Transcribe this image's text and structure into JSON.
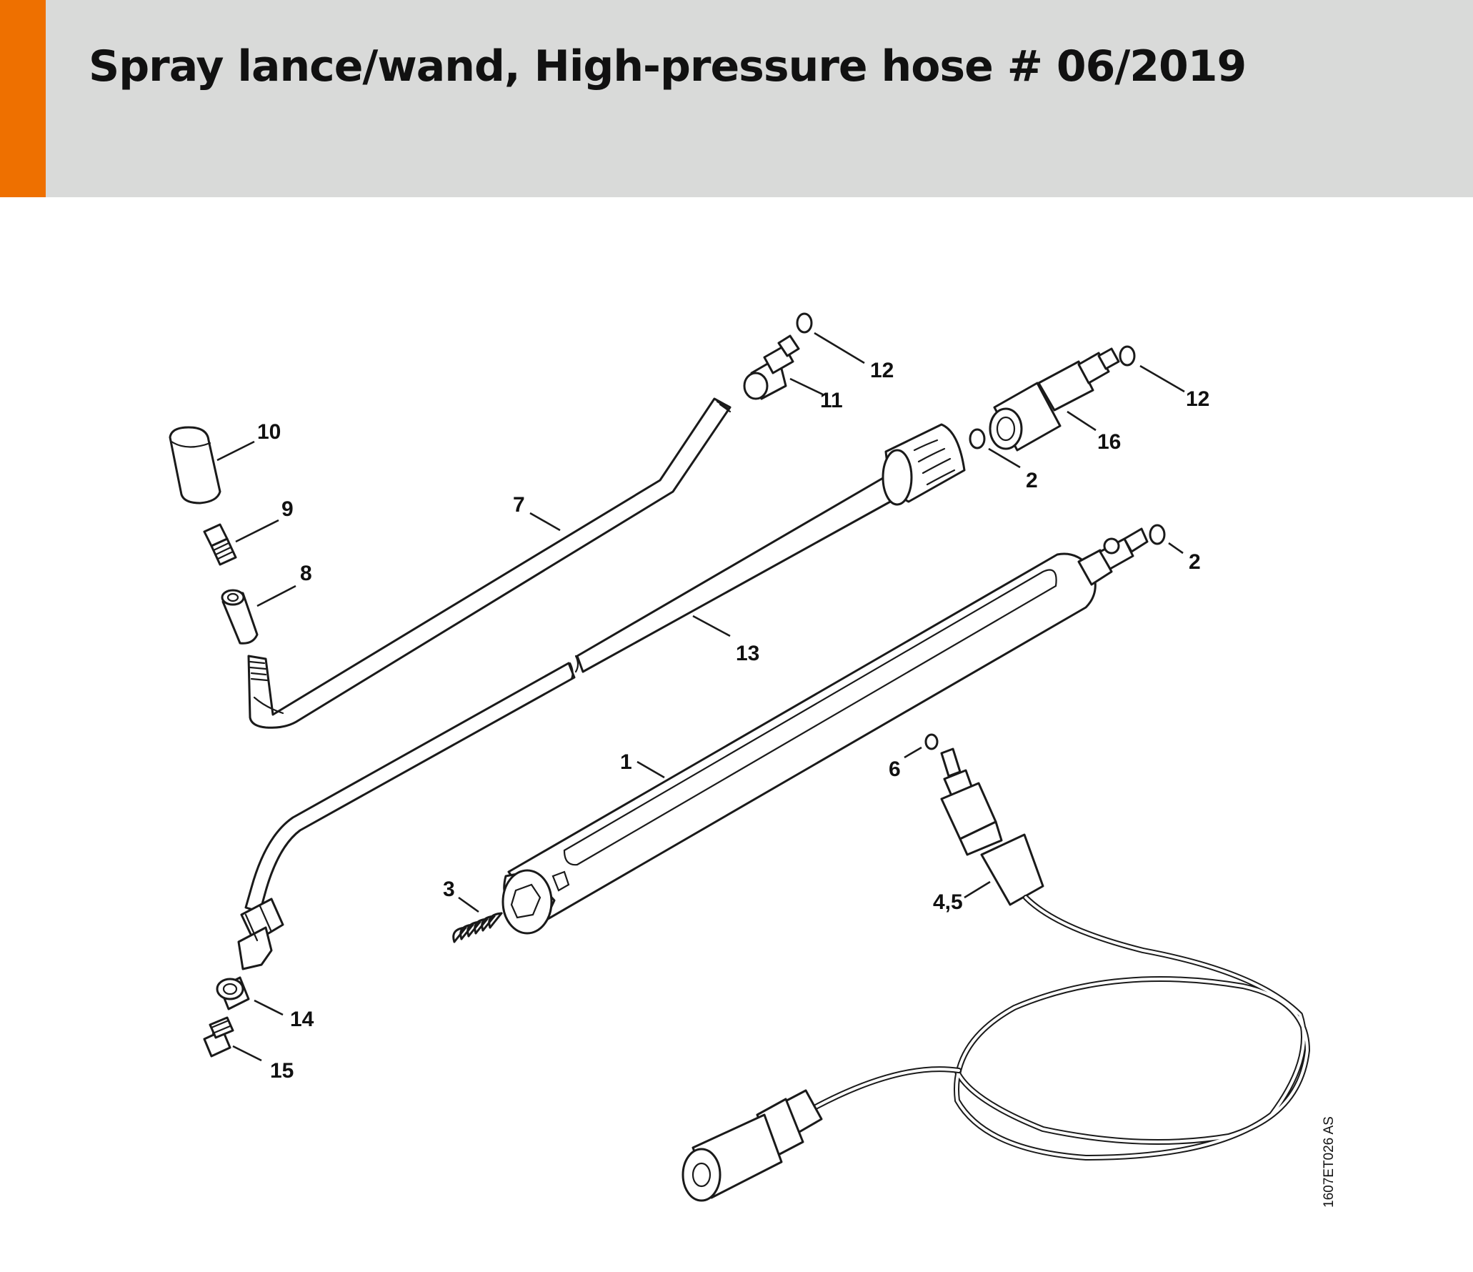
{
  "header": {
    "title": "Spray lance/wand, High-pressure hose # 06/2019",
    "accent_color": "#ee7000",
    "background_color": "#d9dad9"
  },
  "diagram": {
    "reference_code": "1607ET026 AS",
    "callouts": {
      "p1": "1",
      "p2a": "2",
      "p2b": "2",
      "p3": "3",
      "p45": "4,5",
      "p6": "6",
      "p7": "7",
      "p8": "8",
      "p9": "9",
      "p10": "10",
      "p11": "11",
      "p12a": "12",
      "p12b": "12",
      "p13": "13",
      "p14": "14",
      "p15": "15",
      "p16": "16"
    }
  }
}
